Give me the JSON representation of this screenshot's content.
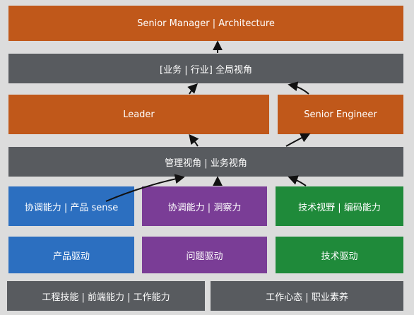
{
  "boxes": {
    "senior_manager": "Senior Manager | Architecture",
    "global_view": "[业务 | 行业] 全局视角",
    "leader": "Leader",
    "senior_engineer": "Senior Engineer",
    "mgmt_view": "管理视角 | 业务视角",
    "coord_product": "协调能力 | 产品 sense",
    "coord_insight": "协调能力 | 洞察力",
    "tech_vision": "技术视野 | 编码能力",
    "product_driven": "产品驱动",
    "problem_driven": "问题驱动",
    "tech_driven": "技术驱动",
    "eng_skills": "工程技能 | 前端能力 | 工作能力",
    "work_mindset": "工作心态 | 职业素养"
  },
  "colors": {
    "orange": "#c0581a",
    "gray": "#585b5f",
    "blue": "#2c6fc0",
    "purple": "#7a3d96",
    "green": "#1f8a3a",
    "background": "#dcdcdc"
  }
}
